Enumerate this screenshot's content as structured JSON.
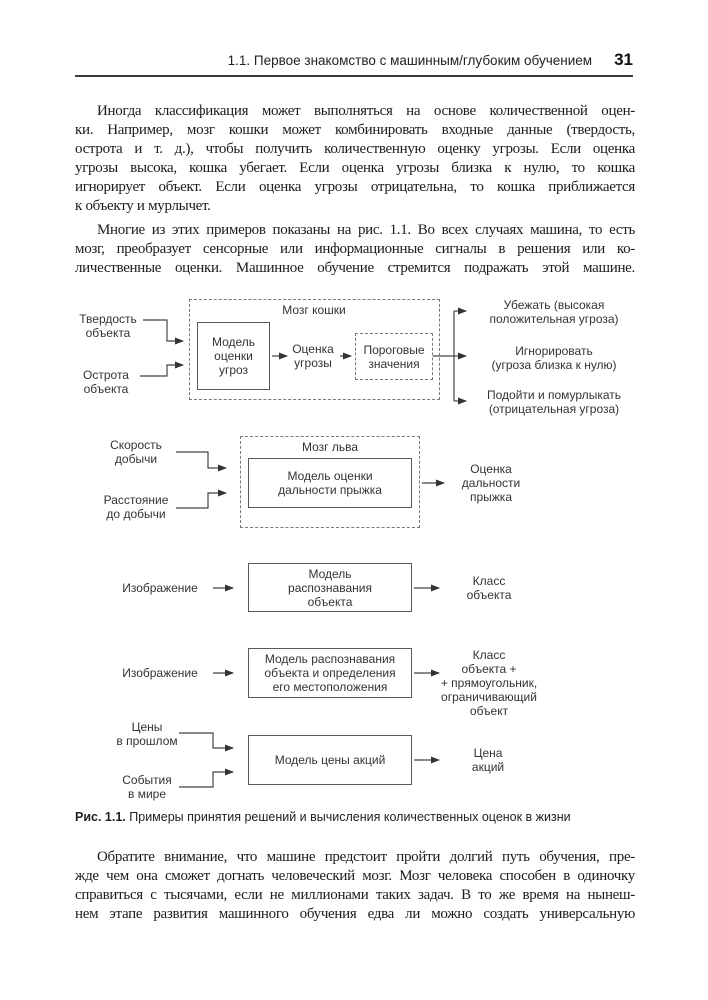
{
  "header": {
    "title": "1.1. Первое знакомство с машинным/глубоким обучением",
    "page_number": "31"
  },
  "colors": {
    "ink": "#1f1f1f",
    "diagram_line": "#444444"
  },
  "paragraphs": {
    "p1": {
      "l1": "Иногда классификация может выполняться на основе количественной оцен-",
      "l2": "ки. Например, мозг кошки может комбинировать входные данные (твердость,",
      "l3": "острота и т. д.), чтобы получить количественную оценку угрозы. Если оценка",
      "l4": "угрозы высока, кошка убегает. Если оценка угрозы близка к нулю, то кошка",
      "l5": "игнорирует объект. Если оценка угрозы отрицательна, то кошка приближается",
      "l6": "к объекту и мурлычет."
    },
    "p2": {
      "l1": "Многие из этих примеров показаны на рис. 1.1. Во всех случаях машина, то есть",
      "l2": "мозг, преобразует сенсорные или информационные сигналы в решения или ко-",
      "l3": "личественные оценки. Машинное обучение стремится подражать этой машине."
    },
    "p3": {
      "l1": "Обратите внимание, что машине предстоит пройти долгий путь обучения, пре-",
      "l2": "жде чем она сможет догнать человеческий мозг. Мозг человека способен в одиночку",
      "l3": "справиться с тысячами, если не миллионами таких задач. В то же время на нынеш-",
      "l4": "нем этапе развития машинного обучения едва ли можно создать универсальную"
    }
  },
  "figure": {
    "cat": {
      "input1": "Твердость\nобъекта",
      "input2": "Острота\nобъекта",
      "group_title": "Мозг кошки",
      "model_box": "Модель\nоценки\nугроз",
      "mid_label": "Оценка\nугрозы",
      "threshold_box": "Пороговые\nзначения",
      "output1": "Убежать (высокая\nположительная угроза)",
      "output2": "Игнорировать\n(угроза близка к нулю)",
      "output3": "Подойти и помурлыкать\n(отрицательная угроза)"
    },
    "lion": {
      "input1": "Скорость\nдобычи",
      "input2": "Расстояние\nдо добычи",
      "group_title": "Мозг льва",
      "model_box": "Модель оценки\nдальности прыжка",
      "output": "Оценка\nдальности\nпрыжка"
    },
    "recognition": {
      "input": "Изображение",
      "model_box": "Модель\nраспознавания\nобъекта",
      "output": "Класс\nобъекта"
    },
    "localization": {
      "input": "Изображение",
      "model_box": "Модель распознавания\nобъекта и определения\nего местоположения",
      "output": "Класс\nобъекта +\n+ прямоугольник,\nограничивающий\nобъект"
    },
    "stock": {
      "input1": "Цены\nв прошлом",
      "input2": "События\nв мире",
      "model_box": "Модель цены акций",
      "output": "Цена\nакций"
    },
    "caption_label": "Рис. 1.1.",
    "caption_text": " Примеры принятия решений и вычисления количественных оценок в жизни"
  }
}
